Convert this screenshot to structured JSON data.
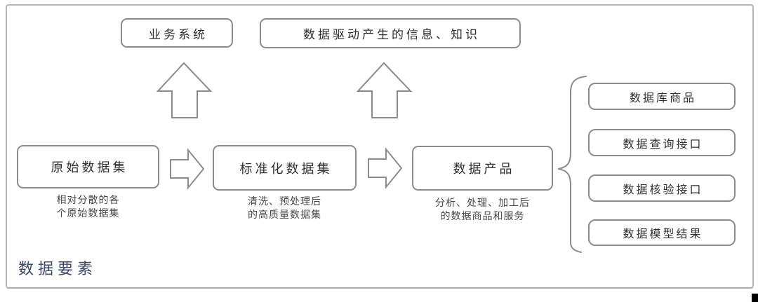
{
  "diagram": {
    "top_row": [
      {
        "label": "业务系统"
      },
      {
        "label": "数据驱动产生的信息、知识"
      }
    ],
    "flow_row": [
      {
        "label": "原始数据集",
        "caption": [
          "相对分散的各",
          "个原始数据集"
        ]
      },
      {
        "label": "标准化数据集",
        "caption": [
          "清洗、预处理后",
          "的高质量数据集"
        ]
      },
      {
        "label": "数据产品",
        "caption": [
          "分析、处理、加工后",
          "的数据商品和服务"
        ]
      }
    ],
    "output_column": [
      {
        "label": "数据库商品"
      },
      {
        "label": "数据查询接口"
      },
      {
        "label": "数据核验接口"
      },
      {
        "label": "数据模型结果"
      }
    ],
    "footer_label": "数据要素",
    "colors": {
      "box_border": "#8c8c8c",
      "arrow_stroke": "#8c8c8c",
      "label_text": "#2f2f2f",
      "caption_text": "#474747",
      "footer_text": "#3c486b",
      "frame_border": "#b3b8c0"
    }
  }
}
